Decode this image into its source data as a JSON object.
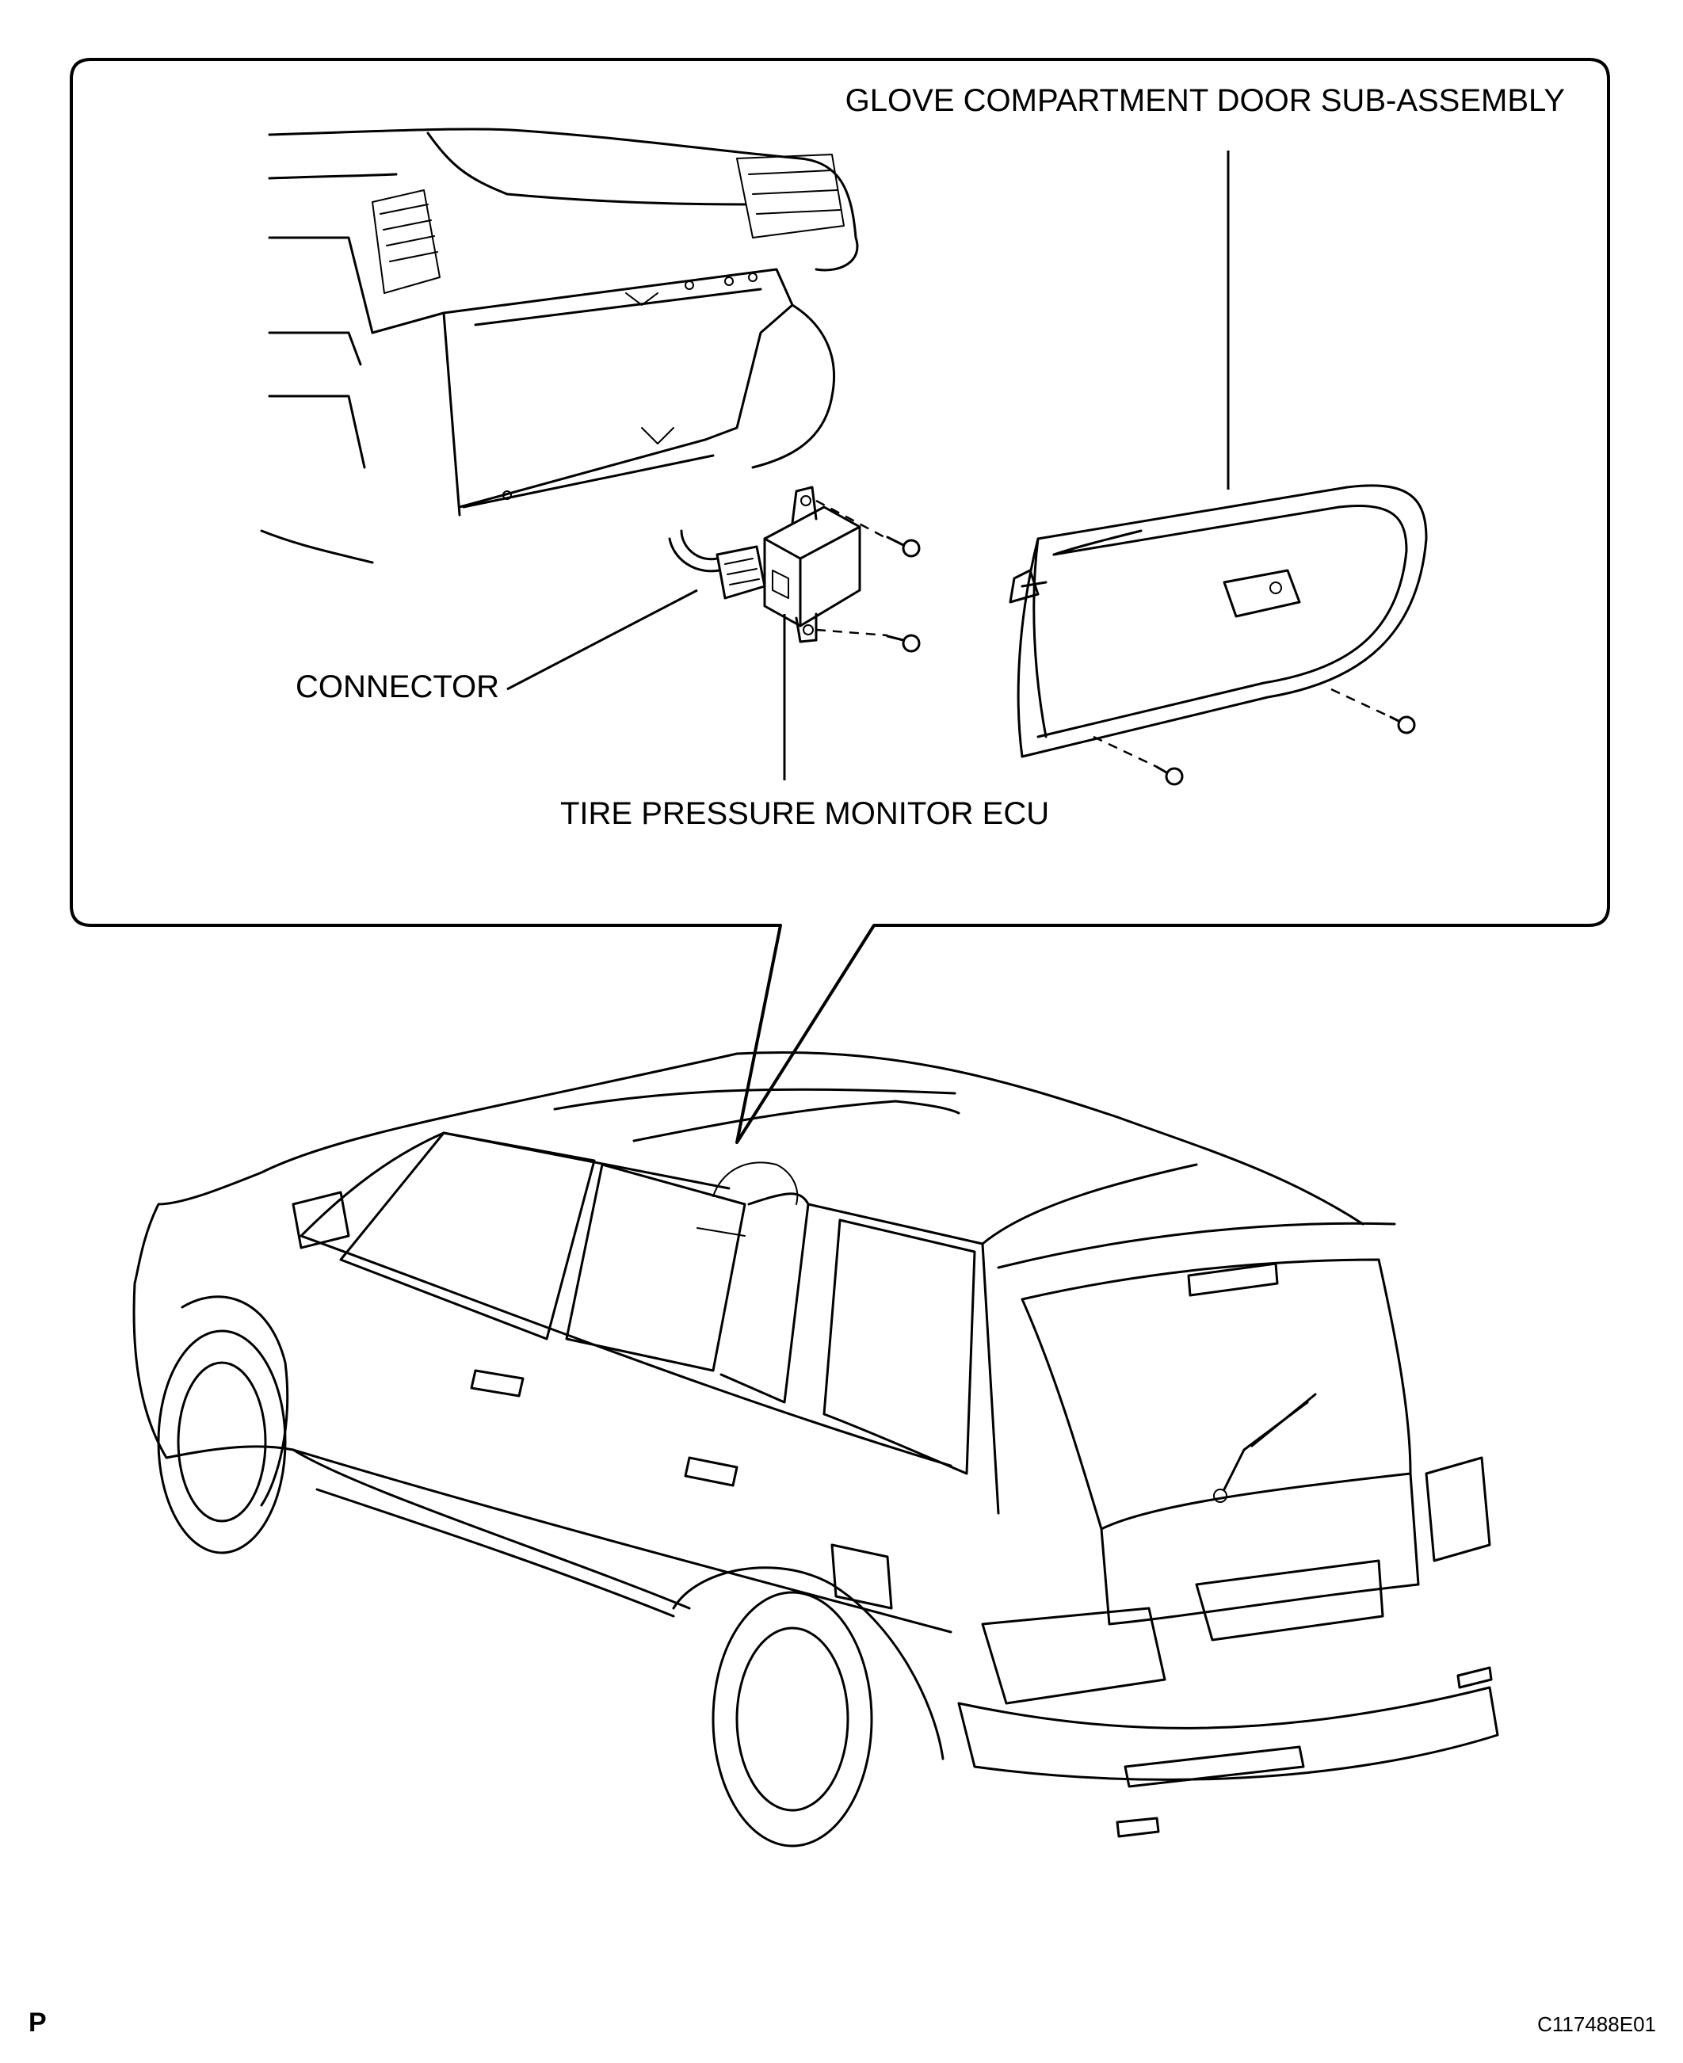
{
  "labels": {
    "glove_compartment": "GLOVE COMPARTMENT DOOR SUB-ASSEMBLY",
    "connector": "CONNECTOR",
    "ecu": "TIRE PRESSURE MONITOR ECU"
  },
  "footer": {
    "page_letter": "P",
    "figure_code": "C117488E01"
  }
}
